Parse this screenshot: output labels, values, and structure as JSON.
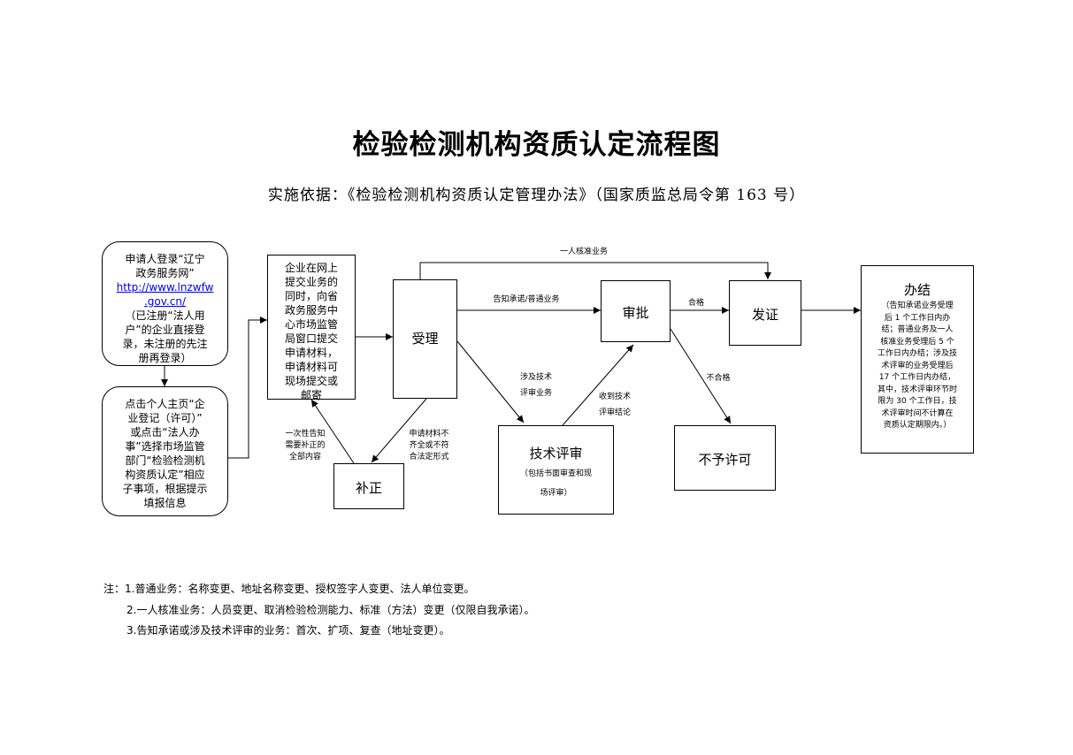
{
  "title": "检验检测机构资质认定流程图",
  "subtitle": "实施依据：《检验检测机构资质认定管理办法》（国家质监总局令第 163 号）",
  "nodes": {
    "login": {
      "line1": "申请人登录“辽宁",
      "line2": "政务服务网”",
      "link1": "http://www.lnzwfw",
      "link2": ".gov.cn/",
      "line3": "（已注册“法人用",
      "line4": "户”的企业直接登",
      "line5": "录，未注册的先注",
      "line6": "册再登录）"
    },
    "click": {
      "line1": "点击个人主页“企",
      "line2": "业登记（许可）”",
      "line3": "或点击“法人办",
      "line4": "事”选择市场监管",
      "line5": "部门“检验检测机",
      "line6": "构资质认定”相应",
      "line7": "子事项，根据提示",
      "line8": "填报信息"
    },
    "submit": {
      "line1": "企业在网上",
      "line2": "提交业务的",
      "line3": "同时，向省",
      "line4": "政务服务中",
      "line5": "心市场监管",
      "line6": "局窗口提交",
      "line7": "申请材料，",
      "line8": "申请材料可",
      "line9": "现场提交或",
      "line10": "邮寄"
    },
    "accept": "受理",
    "approve": "审批",
    "issue": "发证",
    "tech_review": {
      "title": "技术评审",
      "note1": "（包括书面审查和现",
      "note2": "场评审）"
    },
    "supplement": "补正",
    "reject": "不予许可",
    "finish": {
      "title": "办结",
      "line1": "（告知承诺业务受理",
      "line2": "后 1 个工作日内办",
      "line3": "结；普通业务及一人",
      "line4": "核准业务受理后 5 个",
      "line5": "工作日内办结；涉及技",
      "line6": "术评审的业务受理后",
      "line7": "17 个工作日内办结，",
      "line8": "其中，技术评审环节时",
      "line9": "限为 30 个工作日，技",
      "line10": "术评审时间不计算在",
      "line11": "资质认定期限内。）"
    }
  },
  "edge_labels": {
    "one_person": "一人核准业务",
    "notify_general": "告知承诺/普通业务",
    "qualified": "合格",
    "unqualified": "不合格",
    "tech_involved_1": "涉及技术",
    "tech_involved_2": "评审业务",
    "tech_conclusion_1": "收到技术",
    "tech_conclusion_2": "评审结论",
    "incomplete_1": "申请材料不",
    "incomplete_2": "齐全或不符",
    "incomplete_3": "合法定形式",
    "notify_once_1": "一次性告知",
    "notify_once_2": "需要补正的",
    "notify_once_3": "全部内容"
  },
  "notes": {
    "note1": "注：1.普通业务：名称变更、地址名称变更、授权签字人变更、法人单位变更。",
    "note2": "2.一人核准业务：人员变更、取消检验检测能力、标准（方法）变更（仅限自我承诺）。",
    "note3": "3.告知承诺或涉及技术评审的业务：首次、扩项、复查（地址变更）。"
  }
}
